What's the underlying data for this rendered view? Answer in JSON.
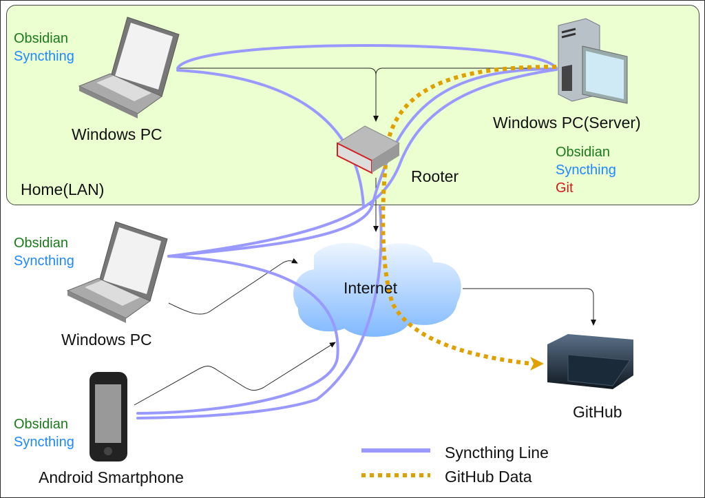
{
  "zones": {
    "home_lan": "Home(LAN)"
  },
  "nodes": {
    "laptop_home": {
      "label": "Windows PC",
      "apps": [
        "Obsidian",
        "Syncthing"
      ]
    },
    "server": {
      "label": "Windows PC(Server)",
      "apps": [
        "Obsidian",
        "Syncthing",
        "Git"
      ]
    },
    "router": {
      "label": "Rooter"
    },
    "internet": {
      "label": "Internet"
    },
    "laptop_remote": {
      "label": "Windows PC",
      "apps": [
        "Obsidian",
        "Syncthing"
      ]
    },
    "smartphone": {
      "label": "Android Smartphone",
      "apps": [
        "Obsidian",
        "Syncthing"
      ]
    },
    "github": {
      "label": "GitHub"
    }
  },
  "legend": [
    {
      "label": "Syncthing Line",
      "style": "solid",
      "color": "#9999ff"
    },
    {
      "label": "GitHub Data",
      "style": "dotted",
      "color": "#e0a000"
    }
  ],
  "colors": {
    "obsidian": "#1a7a1a",
    "syncthing": "#1e88ff",
    "git": "#d01818",
    "lan_bg": "#ebffd0",
    "sync_line": "#9999ff",
    "github_line": "#e0a000"
  },
  "edges": [
    {
      "from": "laptop_home",
      "to": "router",
      "type": "network"
    },
    {
      "from": "server",
      "to": "router",
      "type": "network"
    },
    {
      "from": "router",
      "to": "internet",
      "type": "network"
    },
    {
      "from": "laptop_remote",
      "to": "internet",
      "type": "network"
    },
    {
      "from": "smartphone",
      "to": "internet",
      "type": "network"
    },
    {
      "from": "internet",
      "to": "github",
      "type": "network"
    },
    {
      "from": "laptop_home",
      "to": "server",
      "type": "syncthing"
    },
    {
      "from": "laptop_remote",
      "to": "server",
      "type": "syncthing"
    },
    {
      "from": "smartphone",
      "to": "server",
      "type": "syncthing"
    },
    {
      "from": "server",
      "to": "github",
      "type": "github"
    }
  ]
}
